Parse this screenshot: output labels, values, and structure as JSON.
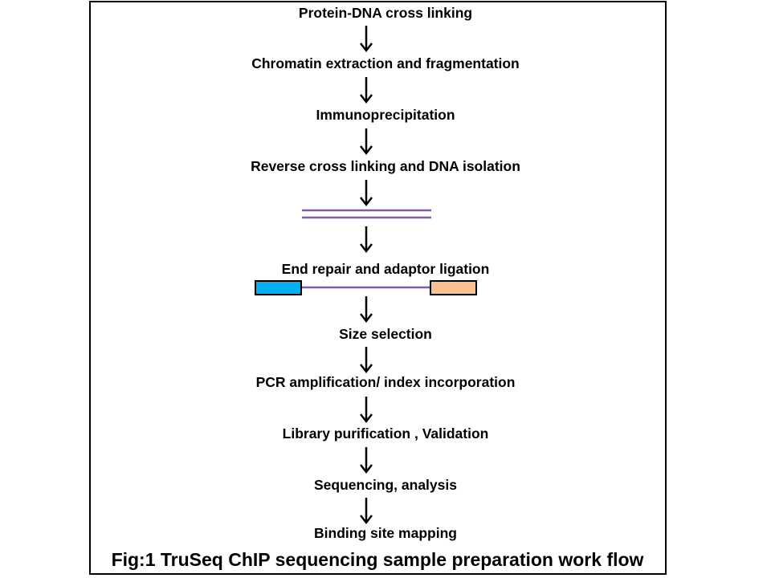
{
  "steps": [
    "Protein-DNA cross linking",
    "Chromatin extraction and fragmentation",
    "Immunoprecipitation",
    "Reverse cross linking and DNA isolation",
    "End repair and adaptor ligation",
    "Size selection",
    "PCR amplification/ index incorporation",
    "Library purification , Validation",
    "Sequencing, analysis",
    "Binding site mapping"
  ],
  "caption": "Fig:1 TruSeq ChIP sequencing sample preparation work flow",
  "colors": {
    "border": "#000000",
    "text": "#000000",
    "dna_strand": "#7f5fa0",
    "adaptor_left": "#00b0f0",
    "adaptor_right": "#fac090"
  }
}
